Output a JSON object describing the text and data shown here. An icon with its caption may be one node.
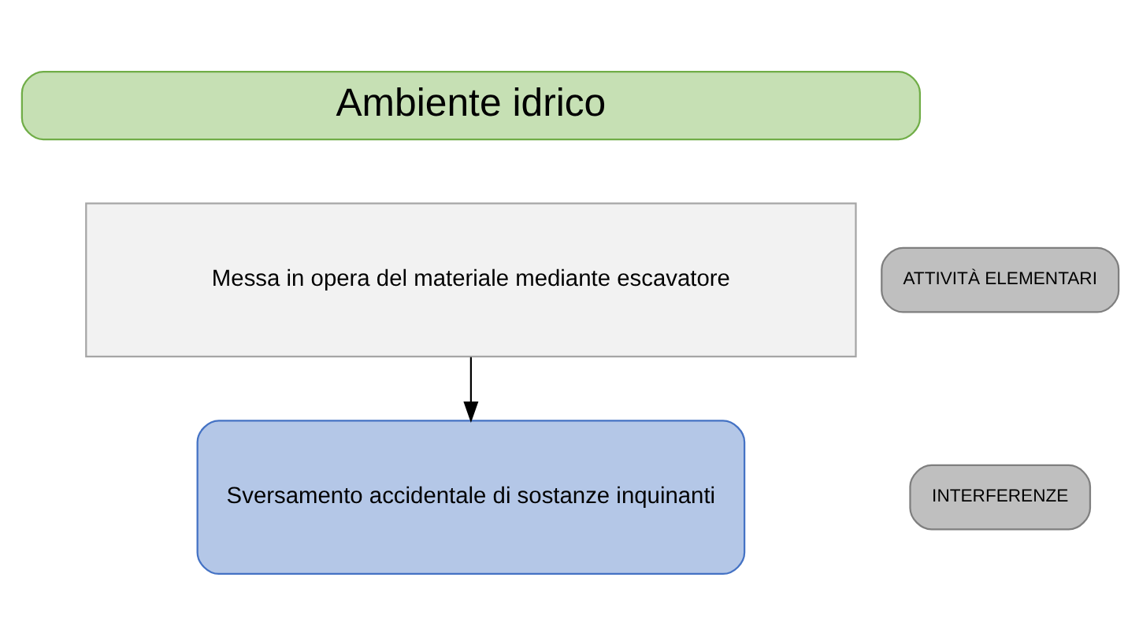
{
  "diagram": {
    "nodes": [
      {
        "text": [
          "Ambiente idrico"
        ]
      },
      {
        "text": [
          "ATTIVITÀ ELEMENTARI"
        ]
      },
      {
        "text": [
          "Messa in opera del materiale mediante escavatore"
        ]
      },
      {
        "text": [
          "INTERFERENZE"
        ]
      },
      {
        "text": [
          "Sversamento accidentale di sostanze inquinanti"
        ]
      }
    ],
    "edges": [
      {
        "from": 2,
        "to": 4,
        "arrow": "to"
      }
    ]
  }
}
